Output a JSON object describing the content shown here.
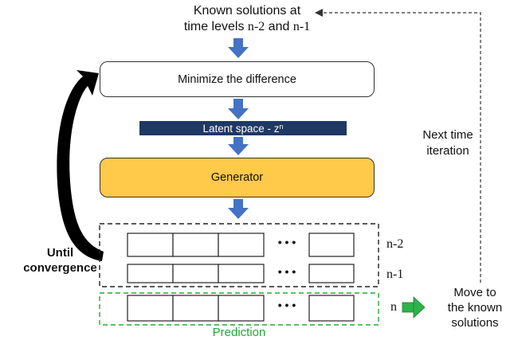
{
  "top": {
    "line1": "Known solutions at",
    "line2_prefix": "time levels ",
    "n2": "n-2",
    "and": " and ",
    "n1": "n-1"
  },
  "boxes": {
    "minimize": "Minimize the difference",
    "latent": "Latent space - z",
    "latent_sup": "n",
    "generator": "Generator"
  },
  "rows": {
    "labels": [
      "n-2",
      "n-1",
      "n"
    ],
    "ellipsis": "• • •"
  },
  "labels": {
    "until_line1": "Until",
    "until_line2": "convergence",
    "next_line1": "Next time",
    "next_line2": "iteration",
    "move_line1": "Move to",
    "move_line2": "the known",
    "move_line3": "solutions",
    "prediction": "Prediction"
  },
  "colors": {
    "arrow_blue": "#4472c4",
    "latent_bg": "#1f3864",
    "generator_bg": "#ffc94a",
    "prediction_green": "#22aa33",
    "move_arrow_green": "#2db34a"
  }
}
